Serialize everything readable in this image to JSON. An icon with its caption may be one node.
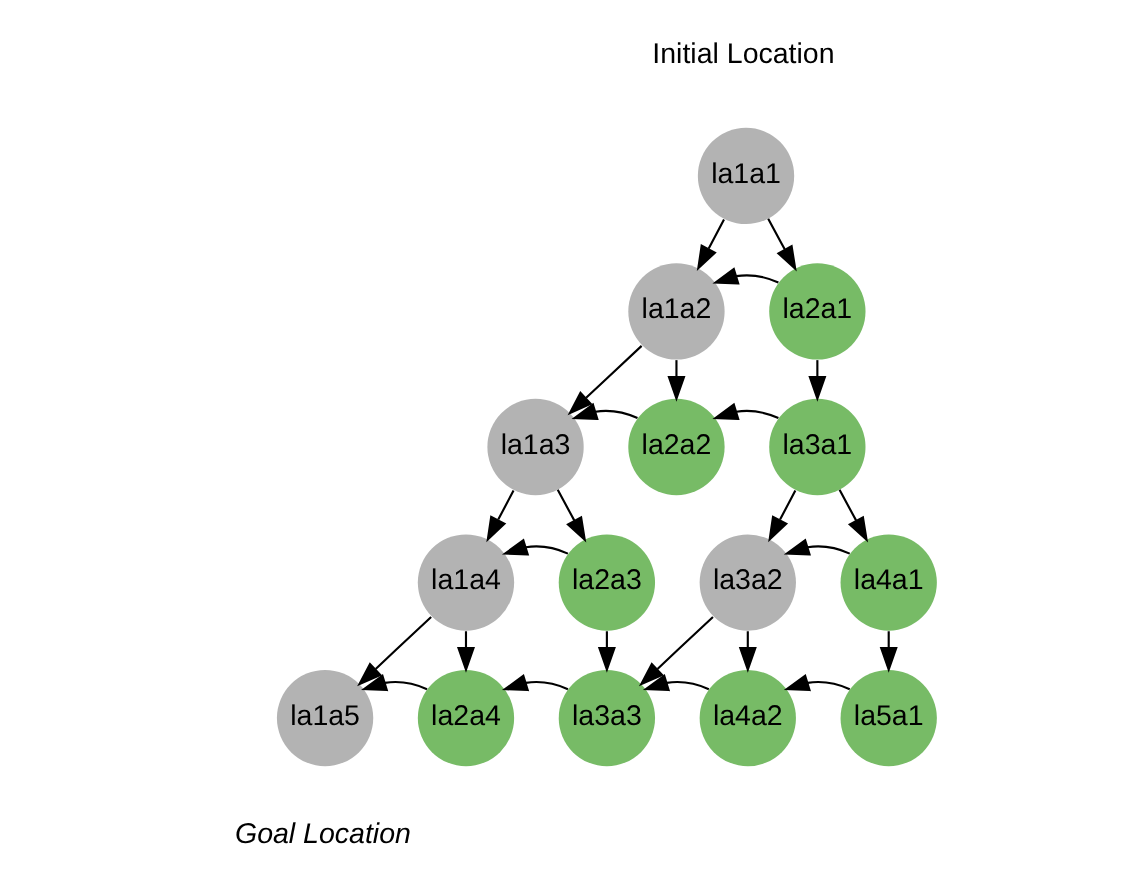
{
  "diagram": {
    "nodes": [
      {
        "text": [
          "la1a1"
        ]
      },
      {
        "text": [
          "la1a2"
        ]
      },
      {
        "text": [
          "la2a1"
        ]
      },
      {
        "text": [
          "la1a3"
        ]
      },
      {
        "text": [
          "la2a2"
        ]
      },
      {
        "text": [
          "la3a1"
        ]
      },
      {
        "text": [
          "la1a4"
        ]
      },
      {
        "text": [
          "la2a3"
        ]
      },
      {
        "text": [
          "la3a2"
        ]
      },
      {
        "text": [
          "la4a1"
        ]
      },
      {
        "text": [
          "la1a5"
        ]
      },
      {
        "text": [
          "la2a4"
        ]
      },
      {
        "text": [
          "la3a3"
        ]
      },
      {
        "text": [
          "la4a2"
        ]
      },
      {
        "text": [
          "la5a1"
        ]
      }
    ],
    "edges": [
      {
        "from": 0,
        "to": 1,
        "arrow": "to"
      },
      {
        "from": 0,
        "to": 2,
        "arrow": "to"
      },
      {
        "from": 2,
        "to": 1,
        "arrow": "to"
      },
      {
        "from": 1,
        "to": 3,
        "arrow": "to"
      },
      {
        "from": 1,
        "to": 4,
        "arrow": "to"
      },
      {
        "from": 2,
        "to": 5,
        "arrow": "to"
      },
      {
        "from": 4,
        "to": 3,
        "arrow": "to"
      },
      {
        "from": 5,
        "to": 4,
        "arrow": "to"
      },
      {
        "from": 3,
        "to": 6,
        "arrow": "to"
      },
      {
        "from": 3,
        "to": 7,
        "arrow": "to"
      },
      {
        "from": 5,
        "to": 8,
        "arrow": "to"
      },
      {
        "from": 5,
        "to": 9,
        "arrow": "to"
      },
      {
        "from": 7,
        "to": 6,
        "arrow": "to"
      },
      {
        "from": 9,
        "to": 8,
        "arrow": "to"
      },
      {
        "from": 6,
        "to": 10,
        "arrow": "to"
      },
      {
        "from": 6,
        "to": 11,
        "arrow": "to"
      },
      {
        "from": 7,
        "to": 12,
        "arrow": "to"
      },
      {
        "from": 8,
        "to": 12,
        "arrow": "to"
      },
      {
        "from": 8,
        "to": 13,
        "arrow": "to"
      },
      {
        "from": 9,
        "to": 14,
        "arrow": "to"
      },
      {
        "from": 11,
        "to": 10,
        "arrow": "to"
      },
      {
        "from": 12,
        "to": 11,
        "arrow": "to"
      },
      {
        "from": 13,
        "to": 12,
        "arrow": "to"
      },
      {
        "from": 14,
        "to": 13,
        "arrow": "to"
      }
    ],
    "labels": [
      "Initial Location",
      "Goal Location"
    ]
  }
}
